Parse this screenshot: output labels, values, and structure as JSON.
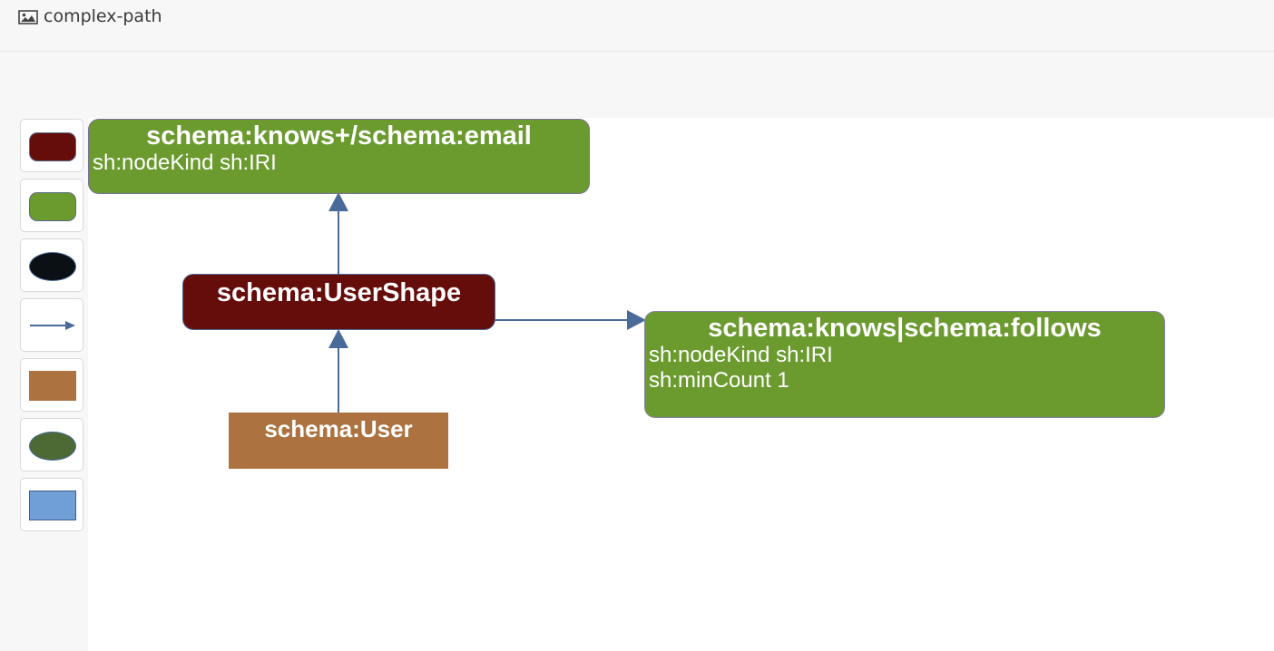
{
  "header": {
    "title": "complex-path",
    "icon": "image-icon"
  },
  "palette": {
    "items": [
      {
        "name": "palette-shape-node",
        "color": "#650d0a",
        "shape": "rounded-rect"
      },
      {
        "name": "palette-property-node",
        "color": "#6b9a2f",
        "shape": "rounded-rect"
      },
      {
        "name": "palette-ellipse-dark",
        "color": "#0b1014",
        "shape": "ellipse"
      },
      {
        "name": "palette-edge-arrow",
        "color": "#4a6a9a",
        "shape": "arrow"
      },
      {
        "name": "palette-class-node",
        "color": "#ac723f",
        "shape": "rect"
      },
      {
        "name": "palette-ellipse-green",
        "color": "#4d6a35",
        "shape": "ellipse"
      },
      {
        "name": "palette-rect-blue",
        "color": "#6f9fd6",
        "shape": "rect"
      }
    ]
  },
  "diagram": {
    "nodes": {
      "email_path": {
        "title": "schema:knows+/schema:email",
        "lines": [
          "sh:nodeKind sh:IRI"
        ],
        "color": "#6b9a2f"
      },
      "user_shape": {
        "title": "schema:UserShape",
        "lines": [],
        "color": "#650d0a"
      },
      "knows_follows": {
        "title": "schema:knows|schema:follows",
        "lines": [
          "sh:nodeKind sh:IRI",
          "sh:minCount 1"
        ],
        "color": "#6b9a2f"
      },
      "user_class": {
        "title": "schema:User",
        "lines": [],
        "color": "#ac723f"
      }
    },
    "edge_color": "#4a6a9a"
  }
}
